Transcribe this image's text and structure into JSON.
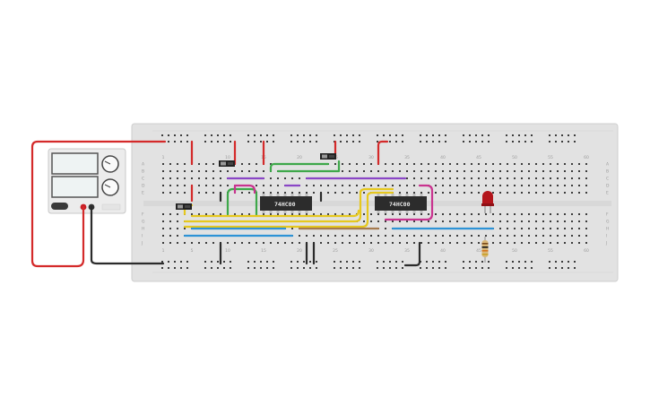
{
  "circuit": {
    "chips": [
      {
        "id": "chip-1",
        "label": "74HC00"
      },
      {
        "id": "chip-2",
        "label": "74HC00"
      }
    ],
    "column_numbers": [
      "1",
      "5",
      "10",
      "15",
      "20",
      "25",
      "30",
      "35",
      "40",
      "45",
      "50",
      "55",
      "60"
    ],
    "row_letters_top": [
      "A",
      "B",
      "C",
      "D",
      "E"
    ],
    "row_letters_bottom": [
      "F",
      "G",
      "H",
      "I",
      "J"
    ],
    "colors": {
      "board": "#e2e2e2",
      "board_edge": "#cfcfcf",
      "hole": "#3c3c3c",
      "wire_red": "#d42a2a",
      "wire_black": "#2b2b2b",
      "wire_green": "#3ea84a",
      "wire_purple": "#8a46c6",
      "wire_magenta": "#c9338f",
      "wire_yellow": "#e6c81e",
      "wire_blue": "#2e93d6",
      "wire_brown": "#a57a4e",
      "chip": "#2c2c2c",
      "led": "#b3151b",
      "supply_panel": "#ececec"
    }
  }
}
